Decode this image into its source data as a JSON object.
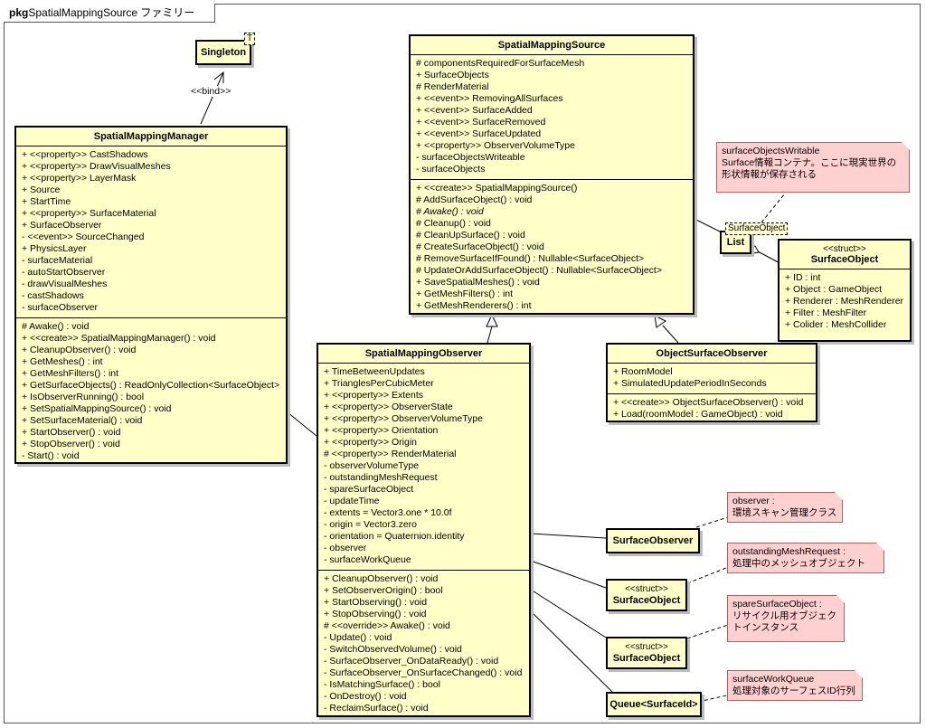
{
  "frame": {
    "keyword": "pkg",
    "name": "SpatialMappingSource ファミリー"
  },
  "singleton": {
    "name": "Singleton",
    "template_param": "T"
  },
  "bind_label": "<<bind>>",
  "manager": {
    "name": "SpatialMappingManager",
    "attributes": [
      "+ <<property>> CastShadows",
      "+ <<property>> DrawVisualMeshes",
      "+ <<property>> LayerMask",
      "+ Source",
      "+ StartTime",
      "+ <<property>> SurfaceMaterial",
      "+ SurfaceObserver",
      "- <<event>> SourceChanged",
      "+ PhysicsLayer",
      "- surfaceMaterial",
      "- autoStartObserver",
      "- drawVisualMeshes",
      "- castShadows",
      "- surfaceObserver"
    ],
    "operations": [
      "# Awake() : void",
      "+ <<create>> SpatialMappingManager() : void",
      "+ CleanupObserver() : void",
      "+ GetMeshes() : int",
      "+ GetMeshFilters() : int",
      "+ GetSurfaceObjects() : ReadOnlyCollection<SurfaceObject>",
      "+ IsObserverRunning() : bool",
      "+ SetSpatialMappingSource() : void",
      "+ SetSurfaceMaterial() : void",
      "+ StartObserver() : void",
      "+ StopObserver() : void",
      "- Start() : void"
    ]
  },
  "source": {
    "name": "SpatialMappingSource",
    "attributes": [
      "# componentsRequiredForSurfaceMesh",
      "+ SurfaceObjects",
      "# RenderMaterial",
      "+ <<event>> RemovingAllSurfaces",
      "+ <<event>> SurfaceAdded",
      "+ <<event>> SurfaceRemoved",
      "+ <<event>> SurfaceUpdated",
      "+ <<property>> ObserverVolumeType",
      "- surfaceObjectsWriteable",
      "- surfaceObjects"
    ],
    "operations": [
      "+ <<create>> SpatialMappingSource()",
      "# AddSurfaceObject() : void",
      "# Awake() : void",
      "# Cleanup() : void",
      "# CleanUpSurface() : void",
      "# CreateSurfaceObject() : void",
      "# RemoveSurfaceIfFound() : Nullable<SurfaceObject>",
      "# UpdateOrAddSurfaceObject() : Nullable<SurfaceObject>",
      "+ SaveSpatialMeshes() : void",
      "+ GetMeshFilters() : int",
      "+ GetMeshRenderers() : int"
    ],
    "italic_operation": "# Awake() : void"
  },
  "list": {
    "name": "List",
    "template_param": "SurfaceObject"
  },
  "surface_object_struct": {
    "stereotype": "<<struct>>",
    "name": "SurfaceObject",
    "attributes": [
      "+ ID : int",
      "+ Object : GameObject",
      "+ Renderer : MeshRenderer",
      "+ Filter : MeshFilter",
      "+ Colider : MeshCollider"
    ]
  },
  "observer": {
    "name": "SpatialMappingObserver",
    "attributes": [
      "+ TimeBetweenUpdates",
      "+ TrianglesPerCubicMeter",
      "+ <<property>> Extents",
      "+ <<property>> ObserverState",
      "+ <<property>> ObserverVolumeType",
      "+ <<property>> Orientation",
      "+ <<property>> Origin",
      "# <<property>> RenderMaterial",
      "- observerVolumeType",
      "- outstandingMeshRequest",
      "- spareSurfaceObject",
      "- updateTime",
      "- extents = Vector3.one * 10.0f",
      "- origin = Vector3.zero",
      "- orientation = Quaternion.identity",
      "- observer",
      "- surfaceWorkQueue"
    ],
    "operations": [
      "+ CleanupObserver() : void",
      "+ SetObserverOrigin() : bool",
      "+ StartObserving() : void",
      "+ StopObserving() : void",
      "# <<override>> Awake() : void",
      "- Update() : void",
      "- SwitchObservedVolume() : void",
      "- SurfaceObserver_OnDataReady() : void",
      "- SurfaceObserver_OnSurfaceChanged() : void",
      "- IsMatchingSurface() : bool",
      "- OnDestroy() : void",
      "- ReclaimSurface() : void"
    ]
  },
  "object_observer": {
    "name": "ObjectSurfaceObserver",
    "attributes": [
      "+ RoomModel",
      "+ SimulatedUpdatePeriodInSeconds"
    ],
    "operations": [
      "+ <<create>> ObjectSurfaceObserver() : void",
      "+ Load(roomModel : GameObject) : void"
    ]
  },
  "assoc_classes": {
    "surface_observer": "SurfaceObserver",
    "surface_object_1": {
      "stereotype": "<<struct>>",
      "name": "SurfaceObject"
    },
    "surface_object_2": {
      "stereotype": "<<struct>>",
      "name": "SurfaceObject"
    },
    "queue": "Queue<SurfaceId>"
  },
  "notes": {
    "surface_objects_writable": [
      "surfaceObjectsWritable",
      "Surface情報コンテナ。ここに現実世界の",
      "形状情報が保存される"
    ],
    "observer": [
      "observer :",
      "環境スキャン管理クラス"
    ],
    "outstanding": [
      "outstandingMeshRequest :",
      "処理中のメッシュオブジェクト"
    ],
    "spare": [
      "spareSurfaceObject :",
      "リサイクル用オブジェク",
      "トインスタンス"
    ],
    "work_queue": [
      "surfaceWorkQueue",
      "処理対象のサーフェスID行列"
    ]
  }
}
